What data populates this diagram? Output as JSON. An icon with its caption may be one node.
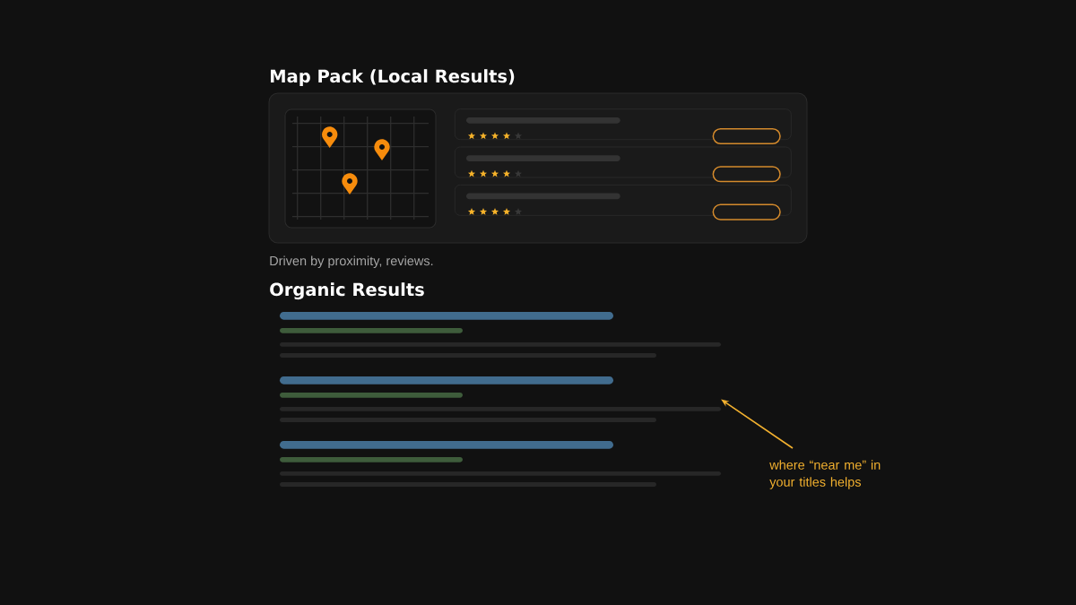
{
  "diagram": {
    "nodes": [
      {
        "text": [
          "Map Pack (Local Results)"
        ],
        "beside": [
          "Driven by proximity, reviews."
        ]
      },
      {
        "text": [],
        "shape": "picture",
        "in": 0
      },
      {
        "text": [],
        "shape": "box",
        "in": 0
      },
      {
        "text": [],
        "shape": "box",
        "in": 0
      },
      {
        "text": [],
        "shape": "box",
        "in": 0
      },
      {
        "text": [],
        "shape": "bar"
      },
      {
        "text": [],
        "shape": "bar"
      },
      {
        "text": [],
        "shape": "bar"
      },
      {
        "text": [
          "where “near me” in your titles helps"
        ]
      }
    ],
    "edges": [
      {
        "from": 8,
        "to": 6,
        "arrow": "to"
      }
    ],
    "labels": [
      "Organic Results"
    ]
  }
}
